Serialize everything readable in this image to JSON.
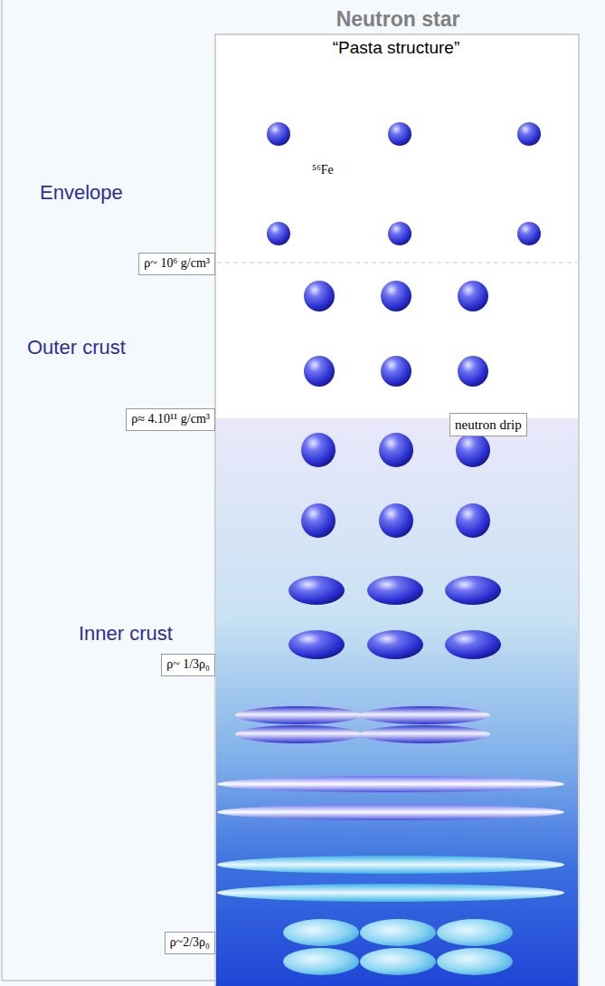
{
  "diagram": {
    "title": "Neutron star",
    "nodes": [
      {
        "text": [
          "ρ~ 10⁶ g/cm³"
        ]
      },
      {
        "text": [
          "ρ≈ 4.10¹¹ g/cm³"
        ]
      },
      {
        "text": [
          "neutron drip"
        ]
      },
      {
        "text": [
          "ρ~ 1/3ρ₀"
        ]
      },
      {
        "text": [
          "ρ~2/3ρ₀"
        ]
      }
    ],
    "labels": [
      "“Pasta structure”",
      "Envelope",
      "⁵⁶Fe",
      "Outer crust",
      "Inner crust"
    ]
  }
}
